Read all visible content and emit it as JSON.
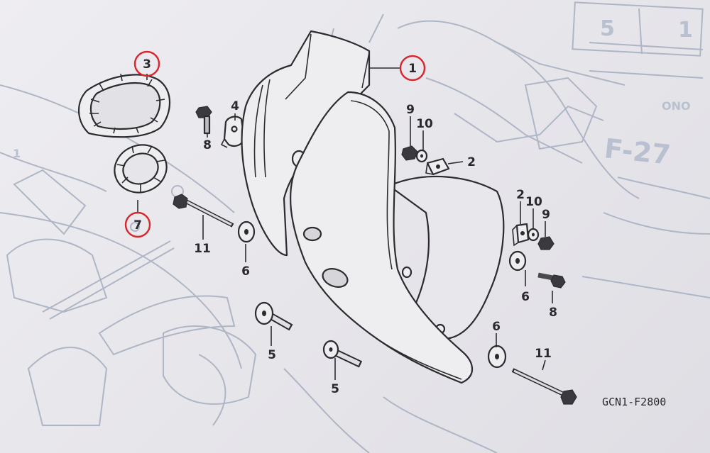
{
  "diagram_code": "GCN1-F2800",
  "background_ref": {
    "page_box_left": "5",
    "page_box_right": "1",
    "page_ref": "F-27",
    "corner_text": "ONO",
    "side_number": "1"
  },
  "callouts": [
    {
      "id": "c1",
      "label": "1",
      "highlighted": true
    },
    {
      "id": "c3",
      "label": "3",
      "highlighted": true
    },
    {
      "id": "c7",
      "label": "7",
      "highlighted": true
    },
    {
      "id": "c4",
      "label": "4",
      "highlighted": false
    },
    {
      "id": "c8a",
      "label": "8",
      "highlighted": false
    },
    {
      "id": "c11a",
      "label": "11",
      "highlighted": false
    },
    {
      "id": "c6a",
      "label": "6",
      "highlighted": false
    },
    {
      "id": "c9a",
      "label": "9",
      "highlighted": false
    },
    {
      "id": "c10a",
      "label": "10",
      "highlighted": false
    },
    {
      "id": "c2a",
      "label": "2",
      "highlighted": false
    },
    {
      "id": "c2b",
      "label": "2",
      "highlighted": false
    },
    {
      "id": "c10b",
      "label": "10",
      "highlighted": false
    },
    {
      "id": "c9b",
      "label": "9",
      "highlighted": false
    },
    {
      "id": "c6b",
      "label": "6",
      "highlighted": false
    },
    {
      "id": "c8b",
      "label": "8",
      "highlighted": false
    },
    {
      "id": "c5a",
      "label": "5",
      "highlighted": false
    },
    {
      "id": "c5b",
      "label": "5",
      "highlighted": false
    },
    {
      "id": "c6c",
      "label": "6",
      "highlighted": false
    },
    {
      "id": "c11b",
      "label": "11",
      "highlighted": false
    }
  ],
  "colors": {
    "highlight": "#d9252b",
    "ink": "#2c2c30",
    "paper": "#e7e6ea",
    "ghost": "#aeb6c6"
  }
}
